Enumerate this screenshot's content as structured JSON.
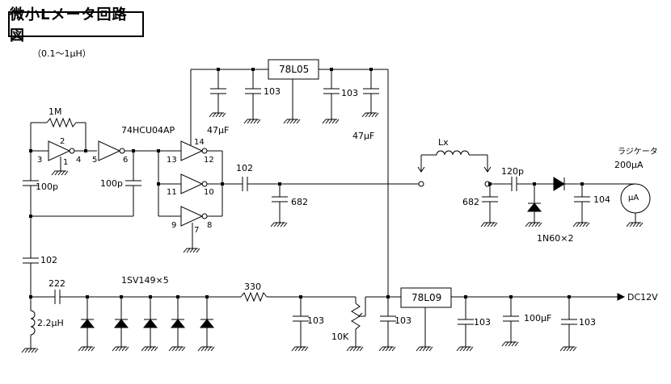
{
  "title": "微小Lメータ回路図",
  "subtitle": "（0.1～1μH）",
  "labels": {
    "r_1m": "1M",
    "cap_100p_a": "100p",
    "cap_100p_b": "100p",
    "pin2": "2",
    "pin1": "1",
    "pin3": "3",
    "pin4": "4",
    "pin5": "5",
    "pin6": "6",
    "ic_74hcu04": "74HCU04AP",
    "pin14": "14",
    "pin13": "13",
    "pin12": "12",
    "pin11": "11",
    "pin10": "10",
    "pin9": "9",
    "pin8": "8",
    "pin7": "7",
    "reg_78l05": "78L05",
    "cap_47uf_a": "47μF",
    "cap_103_a": "103",
    "cap_103_b": "103",
    "cap_47uf_b": "47μF",
    "cap_102_a": "102",
    "cap_682_a": "682",
    "lx": "Lx",
    "cap_682_b": "682",
    "cap_120p": "120p",
    "diode_1n60": "1N60×2",
    "cap_104": "104",
    "meter_label_1": "ラジケータ",
    "meter_label_2": "200μA",
    "meter_symbol": "μA",
    "cap_102_b": "102",
    "cap_222": "222",
    "varicap": "1SV149×5",
    "r_330": "330",
    "inductor_22uh": "2.2μH",
    "cap_103_c": "103",
    "pot_10k": "10K",
    "cap_103_d": "103",
    "reg_78l09": "78L09",
    "cap_103_e": "103",
    "cap_100uf": "100μF",
    "cap_103_f": "103",
    "dc12v": "DC12V"
  }
}
